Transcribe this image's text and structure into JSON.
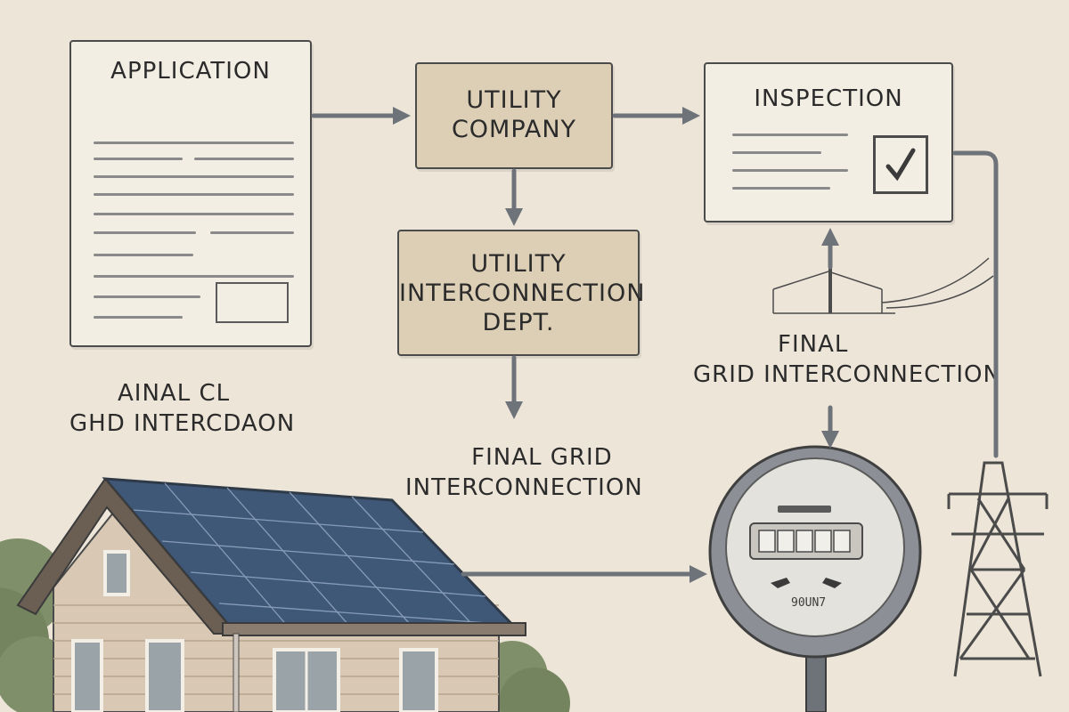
{
  "diagram": {
    "application": {
      "title": "APPLICATION"
    },
    "utility_company": {
      "line1": "UTILITY",
      "line2": "COMPANY"
    },
    "interconnection_dept": {
      "line1": "UTILITY",
      "line2": "INTERCONNECTION",
      "line3": "DEPT."
    },
    "inspection": {
      "title": "INSPECTION"
    },
    "label_left": {
      "line1": "AINAL CL",
      "line2": "GHD INTERCDAON"
    },
    "label_center": {
      "line1": "FINAL GRID",
      "line2": "INTERCONNECTION"
    },
    "label_right": {
      "line1": "FINAL",
      "line2": "GRID INTERCONNECTION"
    },
    "meter": {
      "text": "90UN7"
    }
  },
  "colors": {
    "background": "#ede5d8",
    "box_tan": "#dccfb6",
    "arrow": "#6e737a",
    "solar_panel": "#3f5878",
    "house_siding": "#d9c8b4"
  }
}
